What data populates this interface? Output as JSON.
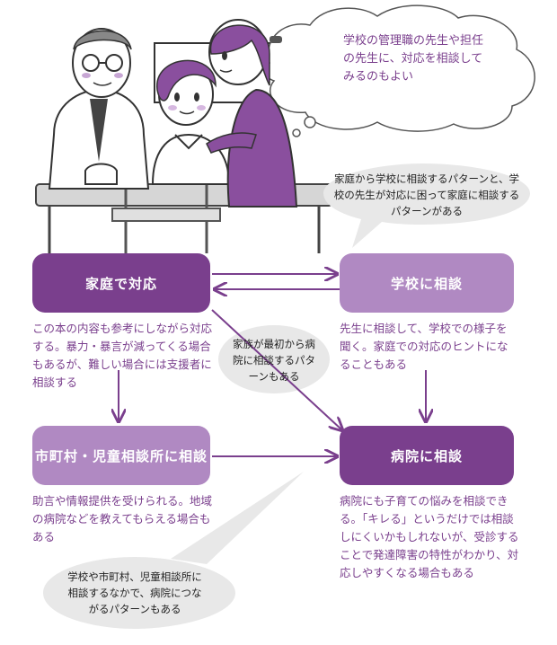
{
  "bubbles": {
    "thought_cloud": "学校の管理職の先生や担任の先生に、対応を相談してみるのもよい",
    "patterns_top": "家庭から学校に相談するパターンと、学校の先生が対応に困って家庭に相談するパターンがある",
    "family_hospital": "家族が最初から病院に相談するパターンもある",
    "bottom_left": "学校や市町村、児童相談所に相談するなかで、病院につながるパターンもある"
  },
  "nodes": {
    "home": {
      "label": "家庭で対応",
      "desc": "この本の内容も参考にしながら対応する。暴力・暴言が減ってくる場合もあるが、難しい場合には支援者に相談する"
    },
    "school": {
      "label": "学校に相談",
      "desc": "先生に相談して、学校での様子を聞く。家庭での対応のヒントになることもある"
    },
    "municipal": {
      "label": "市町村・児童相談所に相談",
      "desc": "助言や情報提供を受けられる。地域の病院などを教えてもらえる場合もある"
    },
    "hospital": {
      "label": "病院に相談",
      "desc": "病院にも子育ての悩みを相談できる。「キレる」というだけでは相談しにくいかもしれないが、受診することで発達障害の特性がわかり、対応しやすくなる場合もある"
    }
  },
  "colors": {
    "dark": "#7a3f8d",
    "light": "#b089c2",
    "bubble": "#e8e8e8"
  }
}
